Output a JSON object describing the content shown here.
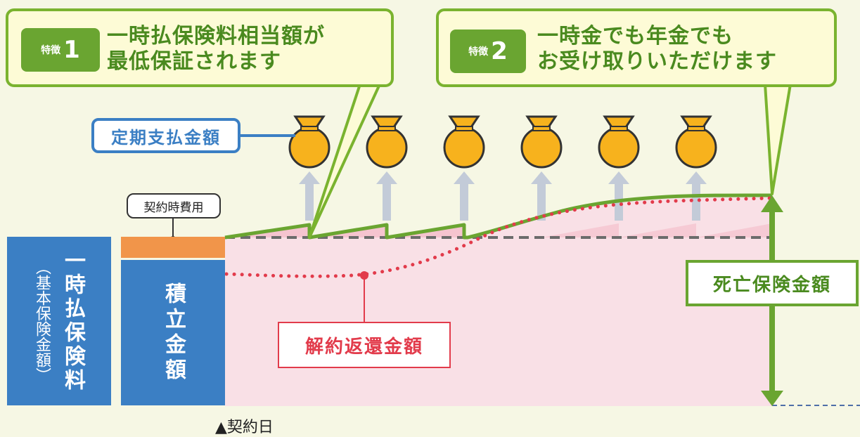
{
  "features": [
    {
      "prefix": "特徴",
      "number": "1",
      "text": "一時払保険料相当額が\n最低保証されます"
    },
    {
      "prefix": "特徴",
      "number": "2",
      "text": "一時金でも年金でも\nお受け取りいただけます"
    }
  ],
  "labels": {
    "periodic_payment": "定期支払金額",
    "contract_cost": "契約時費用",
    "premium_main": "一時払保険料",
    "premium_sub": "（基本保険金額）",
    "accumulated": "積立金額",
    "surrender_value": "解約返還金額",
    "death_benefit": "死亡保険金額",
    "contract_date": "▲契約日"
  },
  "colors": {
    "background": "#f6f7e4",
    "accent_green": "#7ab32f",
    "badge_green": "#6aa531",
    "blue": "#3b7fc4",
    "orange": "#f1954a",
    "red": "#e23b4b",
    "coin": "#f7b21d",
    "pink": "#f9e0e6"
  },
  "icons": [
    "coin-bag-icon",
    "up-arrow-icon",
    "double-arrow-icon"
  ]
}
